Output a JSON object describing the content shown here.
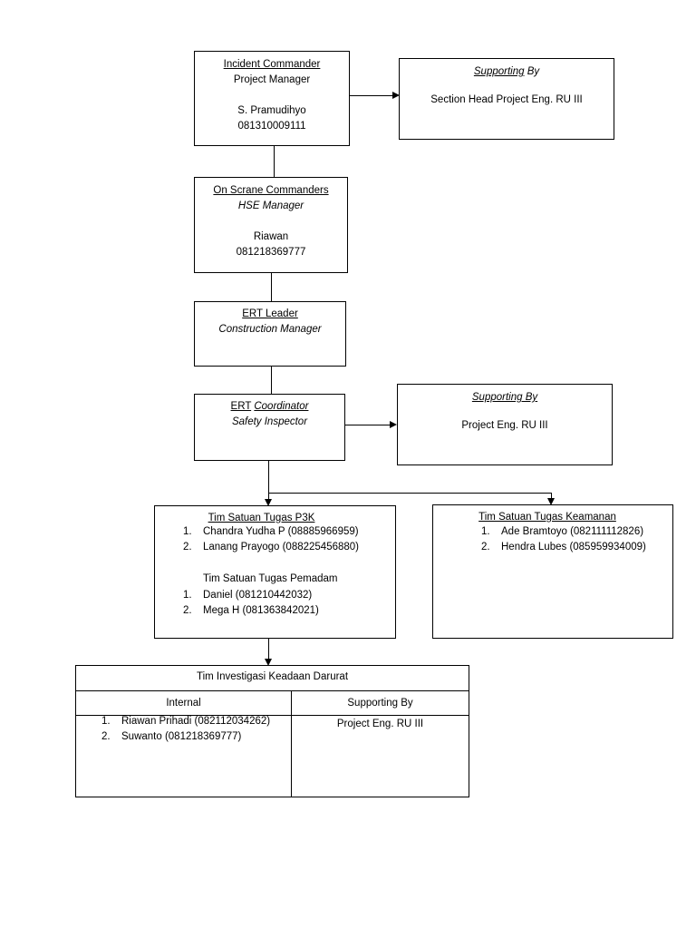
{
  "incident_commander": {
    "title": "Incident Commander",
    "role": "Project Manager",
    "name": "S. Pramudihyo",
    "phone": "081310009111"
  },
  "supporting_1": {
    "title": "Supporting",
    "title_suffix": " By",
    "body": "Section Head Project Eng. RU III"
  },
  "on_scene": {
    "title": "On Scrane Commanders",
    "role": "HSE Manager",
    "name": "Riawan",
    "phone": "081218369777"
  },
  "ert_leader": {
    "title": "ERT Leader",
    "role": "Construction Manager"
  },
  "ert_coordinator": {
    "title_a": "ERT",
    "title_b": "Coordinator",
    "role": "Safety Inspector"
  },
  "supporting_2": {
    "title": "Supporting By",
    "body": "Project Eng. RU III"
  },
  "p3k": {
    "title": "Tim Satuan Tugas P3K",
    "members": [
      {
        "num": "1.",
        "text": "Chandra Yudha P (08885966959)"
      },
      {
        "num": "2.",
        "text": "Lanang Prayogo (088225456880)"
      }
    ],
    "pemadam_title": "Tim Satuan Tugas Pemadam",
    "pemadam_members": [
      {
        "num": "1.",
        "text": "Daniel (081210442032)"
      },
      {
        "num": "2.",
        "text": "Mega H (081363842021)"
      }
    ]
  },
  "keamanan": {
    "title": "Tim Satuan Tugas Keamanan",
    "members": [
      {
        "num": "1.",
        "text": "Ade Bramtoyo (082111112826)"
      },
      {
        "num": "2.",
        "text": "Hendra Lubes (085959934009)"
      }
    ]
  },
  "investigasi": {
    "title": "Tim Investigasi Keadaan Darurat",
    "col_internal": "Internal",
    "col_supporting": "Supporting By",
    "internal_members": [
      {
        "num": "1.",
        "text": "Riawan Prihadi (082112034262)"
      },
      {
        "num": "2.",
        "text": "Suwanto (081218369777)"
      }
    ],
    "supporting_text": "Project Eng. RU III"
  }
}
